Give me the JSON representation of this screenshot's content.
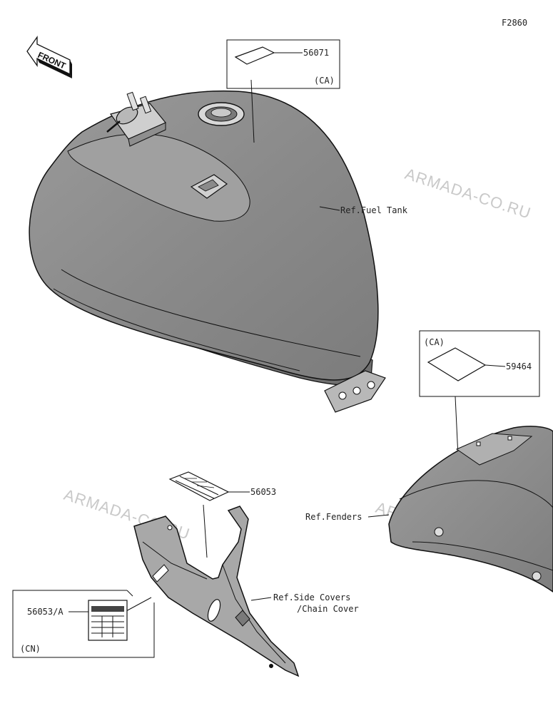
{
  "figure_code": "F2860",
  "front_arrow_label": "FRONT",
  "watermark": "ARMADA-CO.RU",
  "callouts": {
    "part_56071": "56071",
    "ca_top": "(CA)",
    "ref_fuel_tank": "Ref.Fuel Tank",
    "ca_right": "(CA)",
    "part_59464": "59464",
    "part_56053": "56053",
    "ref_fenders": "Ref.Fenders",
    "ref_side_covers_1": "Ref.Side Covers",
    "ref_side_covers_2": "/Chain Cover",
    "part_56053a": "56053/A",
    "cn": "(CN)"
  },
  "colors": {
    "line": "#111111",
    "tank_fill": "#8a8a8a",
    "cover_fill": "#a8a8a8",
    "fender_fill": "#8e8e8e",
    "watermark": "#c9c9c9"
  }
}
